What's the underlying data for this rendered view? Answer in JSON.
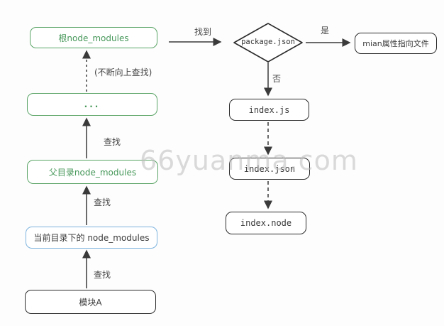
{
  "diagram": {
    "description": "Node.js module lookup flowchart"
  },
  "nodes": {
    "root_modules": {
      "label": "根node_modules"
    },
    "ellipsis": {
      "label": "..."
    },
    "parent_modules": {
      "label": "父目录node_modules"
    },
    "current_modules": {
      "label": "当前目录下的 node_modules"
    },
    "module_a": {
      "label": "模块A"
    },
    "package_json": {
      "label": "package.json"
    },
    "main_file": {
      "label": "mian属性指向文件"
    },
    "index_js": {
      "label": "index.js"
    },
    "index_json": {
      "label": "index.json"
    },
    "index_node": {
      "label": "index.node"
    }
  },
  "edge_labels": {
    "found": "找到",
    "yes": "是",
    "no": "否",
    "search_1": "查找",
    "search_2": "查找",
    "search_3": "查找",
    "search_up": "(不断向上查找)"
  },
  "watermark": {
    "text": "66yuanma.com"
  },
  "colors": {
    "green_node": "#5aa466",
    "green_text": "#47985a",
    "blue_node": "#7db3de",
    "line": "#3a3a3a",
    "watermark": "#bdbdbd",
    "background": "#fdfdfd"
  }
}
